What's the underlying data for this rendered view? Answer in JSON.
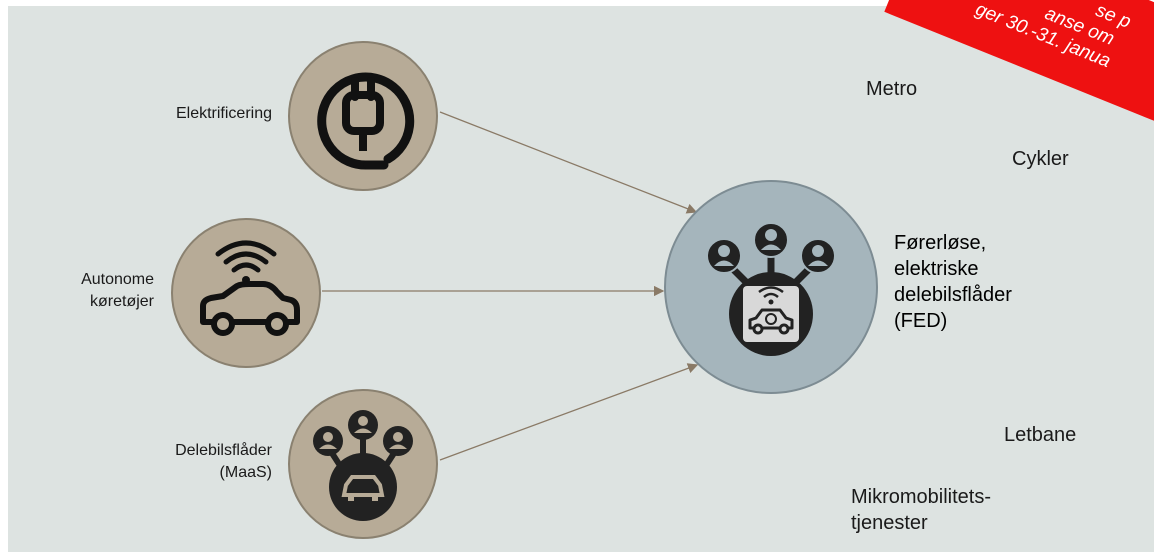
{
  "inputs": [
    {
      "label": "Elektrificering",
      "icon": "plug-icon"
    },
    {
      "label_lines": [
        "Autonome",
        "køretøjer"
      ],
      "icon": "connected-car-icon"
    },
    {
      "label_lines": [
        "Delebilsflåder",
        "(MaaS)"
      ],
      "icon": "shared-fleet-icon"
    }
  ],
  "center": {
    "label_lines": [
      "Førerløse,",
      "elektriske",
      "delebilsflåder",
      "(FED)"
    ],
    "icon": "driverless-fleet-icon"
  },
  "modes": [
    "Metro",
    "Cykler",
    "Letbane"
  ],
  "mikro_lines": [
    "Mikromobilitets-",
    "tjenester"
  ],
  "ribbon": {
    "line1": "se p",
    "line2": "anse om",
    "line3": "ger 30.-31. janua"
  },
  "colors": {
    "panel": "#dde3e1",
    "input_circle": "#b7ab97",
    "center_circle": "#a5b5bc",
    "ribbon": "#ee1111"
  }
}
